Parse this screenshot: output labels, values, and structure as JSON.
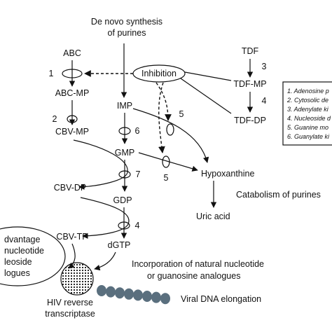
{
  "header": {
    "synthesis_line1": "De novo synthesis",
    "synthesis_line2": "of purines"
  },
  "nodes": {
    "abc": "ABC",
    "abc_mp": "ABC-MP",
    "cbv_mp": "CBV-MP",
    "cbv_dp": "CBV-DP",
    "cbv_tp": "CBV-TP",
    "tdf": "TDF",
    "tdf_mp": "TDF-MP",
    "tdf_dp": "TDF-DP",
    "imp": "IMP",
    "gmp": "GMP",
    "gdp": "GDP",
    "dgtp": "dGTP",
    "hypoxanthine": "Hypoxanthine",
    "uric_acid": "Uric acid",
    "inhibition": "Inhibition"
  },
  "step_numbers": {
    "s1": "1",
    "s2": "2",
    "s3": "3",
    "s4a": "4",
    "s5a": "5",
    "s5b": "5",
    "s6": "6",
    "s7": "7",
    "s4b": "4"
  },
  "labels": {
    "catabolism": "Catabolism of purines",
    "incorporation_line1": "Incorporation of natural nucleotide",
    "incorporation_line2": "or guanosine analogues",
    "viral_dna": "Viral DNA elongation",
    "hiv_line1": "HIV reverse",
    "hiv_line2": "transcriptase",
    "advantage_line1": "dvantage",
    "advantage_line2": "nucleotide",
    "advantage_line3": "leoside",
    "advantage_line4": "logues"
  },
  "legend": {
    "items": [
      "1. Adenosine p",
      "2. Cytosolic de",
      "3. Adenylate ki",
      "4. Nucleoside d",
      "5. Guanine mo",
      "6. Guanylate ki"
    ]
  },
  "colors": {
    "ink": "#111111",
    "background": "#ffffff",
    "dna_bead": "#5a6f7e"
  }
}
